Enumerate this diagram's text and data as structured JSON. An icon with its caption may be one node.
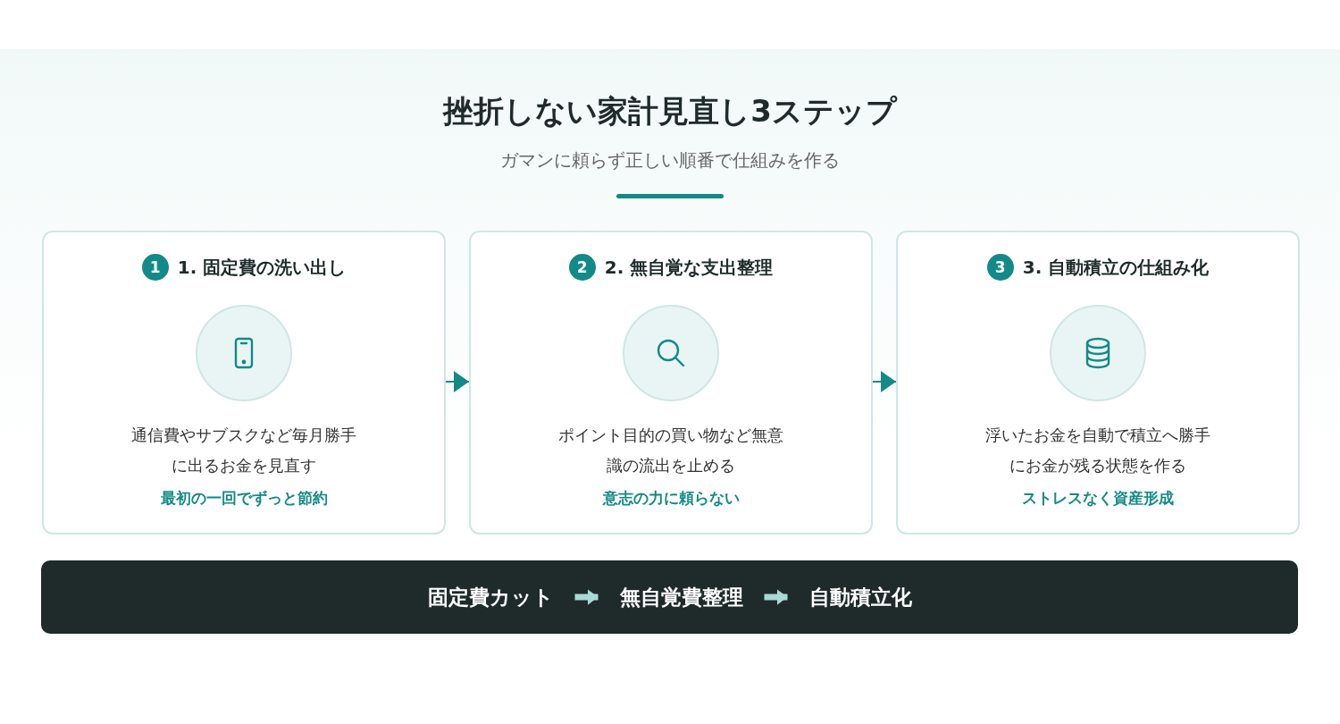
{
  "diagram": {
    "title": "挫折しない家計見直し3ステップ",
    "nodes": [
      {
        "text": [
          "1",
          "1. 固定費の洗い出し",
          "通信費やサブスクなど毎月勝手に出るお金を見直す",
          "最初の一回でずっと節約"
        ]
      },
      {
        "text": [
          "2",
          "2. 無自覚な支出整理",
          "ポイント目的の買い物など無意識の流出を止める",
          "意志の力に頼らない"
        ]
      },
      {
        "text": [
          "3",
          "3. 自動積立の仕組み化",
          "浮いたお金を自動で積立へ勝手にお金が残る状態を作る",
          "ストレスなく資産形成"
        ]
      },
      {
        "text": [],
        "shape": "bar"
      },
      {
        "text": [
          "固定費カット"
        ],
        "in": 3
      },
      {
        "text": [
          "無自覚費整理"
        ],
        "in": 3
      },
      {
        "text": [
          "自動積立化"
        ],
        "in": 3
      }
    ],
    "edges": [
      {
        "from": 0,
        "to": 1,
        "arrow": "to",
        "color": "#138a87"
      },
      {
        "from": 1,
        "to": 2,
        "arrow": "to",
        "color": "#138a87"
      },
      {
        "from": 4,
        "to": 5,
        "arrow": "to",
        "style": "thick",
        "color": "#a9d9d5"
      },
      {
        "from": 5,
        "to": 6,
        "arrow": "to",
        "style": "thick",
        "color": "#a9d9d5"
      }
    ],
    "labels": [
      "ガマンに頼らず正しい順番で仕組みを作る"
    ]
  }
}
